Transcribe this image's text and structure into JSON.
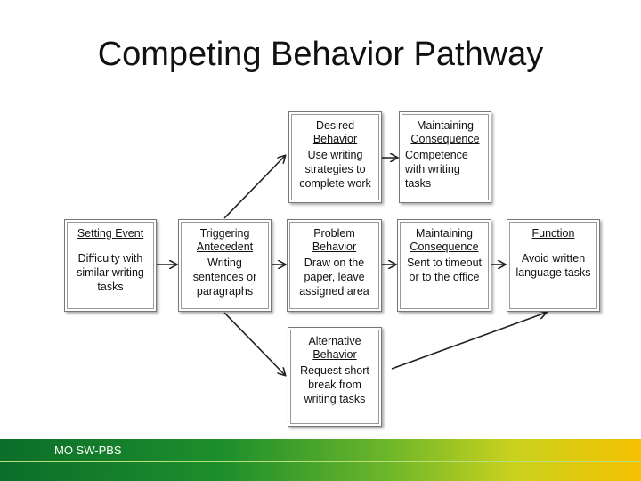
{
  "title": "Competing Behavior Pathway",
  "footer": {
    "label": "MO SW-PBS"
  },
  "boxes": {
    "desired": {
      "head1": "Desired",
      "head2": "Behavior",
      "body": "Use writing strategies to complete work"
    },
    "maintain_top": {
      "head1": "Maintaining",
      "head2": "Consequence",
      "body": "Competence with writing tasks"
    },
    "setting": {
      "head1": "Setting Event",
      "body": "Difficulty with similar writing tasks"
    },
    "trigger": {
      "head1": "Triggering",
      "head2": "Antecedent",
      "body": "Writing sentences or paragraphs"
    },
    "problem": {
      "head1": "Problem",
      "head2": "Behavior",
      "body": "Draw on the paper, leave assigned area"
    },
    "maintain_mid": {
      "head1": "Maintaining",
      "head2": "Consequence",
      "body": "Sent to timeout or to the office"
    },
    "function": {
      "head1": "Function",
      "body": "Avoid written language tasks"
    },
    "alternative": {
      "head1": "Alternative",
      "head2": "Behavior",
      "body": "Request short break from writing tasks"
    }
  },
  "colors": {
    "footer_start": "#0a6e2a",
    "footer_end": "#f5c000",
    "border": "#777777"
  }
}
